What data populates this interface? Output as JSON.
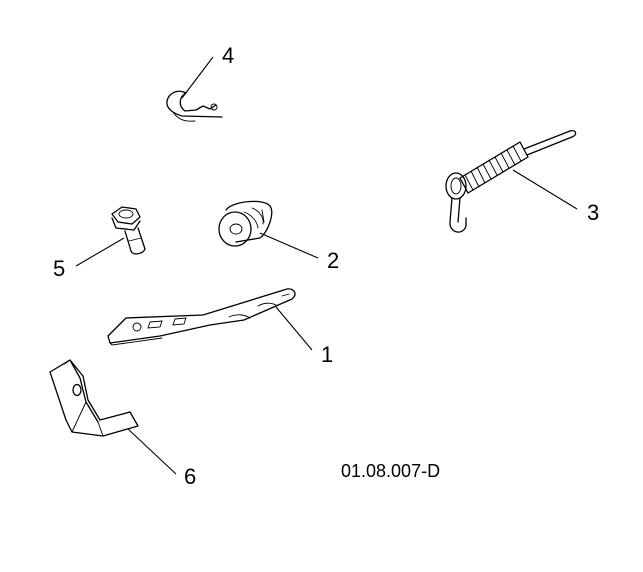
{
  "diagram": {
    "callouts": {
      "c1": "1",
      "c2": "2",
      "c3": "3",
      "c4": "4",
      "c5": "5",
      "c6": "6"
    },
    "drawing_code": "01.08.007-D"
  }
}
